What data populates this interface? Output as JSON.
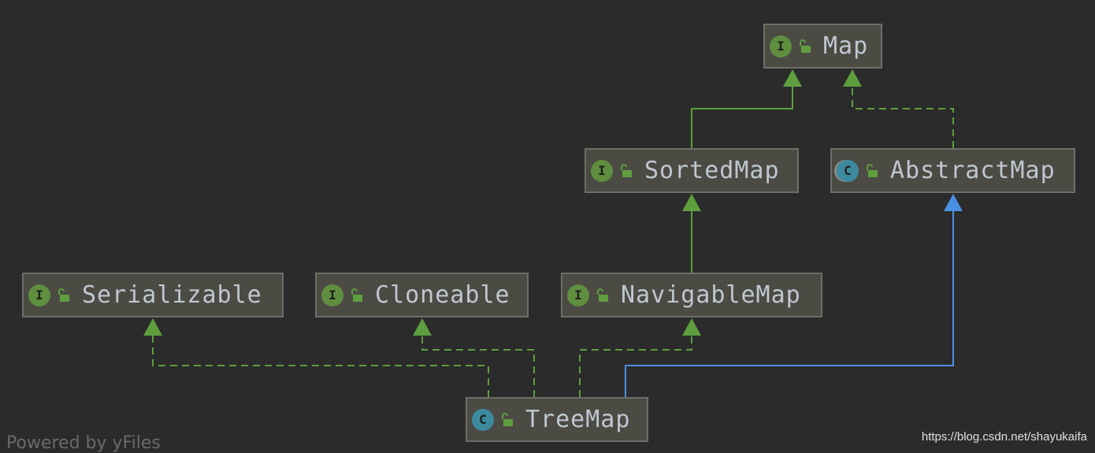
{
  "nodes": {
    "map": {
      "name": "Map",
      "kind": "I"
    },
    "sortedmap": {
      "name": "SortedMap",
      "kind": "I"
    },
    "abstractmap": {
      "name": "AbstractMap",
      "kind": "C"
    },
    "serializable": {
      "name": "Serializable",
      "kind": "I"
    },
    "cloneable": {
      "name": "Cloneable",
      "kind": "I"
    },
    "navigablemap": {
      "name": "NavigableMap",
      "kind": "I"
    },
    "treemap": {
      "name": "TreeMap",
      "kind": "C"
    }
  },
  "edges": [
    {
      "from": "SortedMap",
      "to": "Map",
      "relation": "extends"
    },
    {
      "from": "AbstractMap",
      "to": "Map",
      "relation": "implements"
    },
    {
      "from": "NavigableMap",
      "to": "SortedMap",
      "relation": "extends"
    },
    {
      "from": "TreeMap",
      "to": "Serializable",
      "relation": "implements"
    },
    {
      "from": "TreeMap",
      "to": "Cloneable",
      "relation": "implements"
    },
    {
      "from": "TreeMap",
      "to": "NavigableMap",
      "relation": "implements"
    },
    {
      "from": "TreeMap",
      "to": "AbstractMap",
      "relation": "extends"
    }
  ],
  "colors": {
    "interface_edge": "#5e9e3e",
    "class_edge": "#4a90e2",
    "interface_badge": "#5e8e3e",
    "class_badge": "#3d8aa0"
  },
  "footer": {
    "powered_by": "Powered by yFiles",
    "watermark": "https://blog.csdn.net/shayukaifa"
  }
}
